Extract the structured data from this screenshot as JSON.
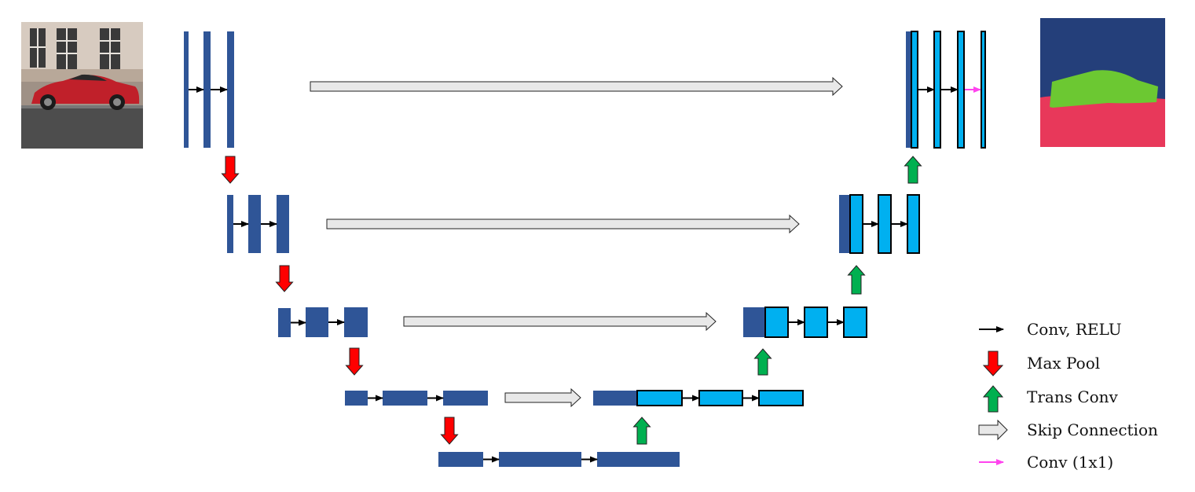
{
  "colors": {
    "encoder_block": "#2f5597",
    "decoder_block": "#00b0f0",
    "conv_relu_arrow": "#000000",
    "max_pool_arrow": "#ff0000",
    "trans_conv_arrow": "#00b050",
    "skip_connection_fill": "#e8e8e8",
    "conv1x1_arrow": "#ff44ee",
    "mask_background": "#243f7a",
    "mask_car": "#6cc832",
    "mask_road": "#e8385a"
  },
  "input_image": {
    "icon": "red-car-photo"
  },
  "output_mask": {
    "icon": "segmentation-mask"
  },
  "legend": {
    "conv_relu": "Conv, RELU",
    "max_pool": "Max Pool",
    "trans_conv": "Trans Conv",
    "skip_connection": "Skip Connection",
    "conv_1x1": "Conv (1x1)"
  }
}
